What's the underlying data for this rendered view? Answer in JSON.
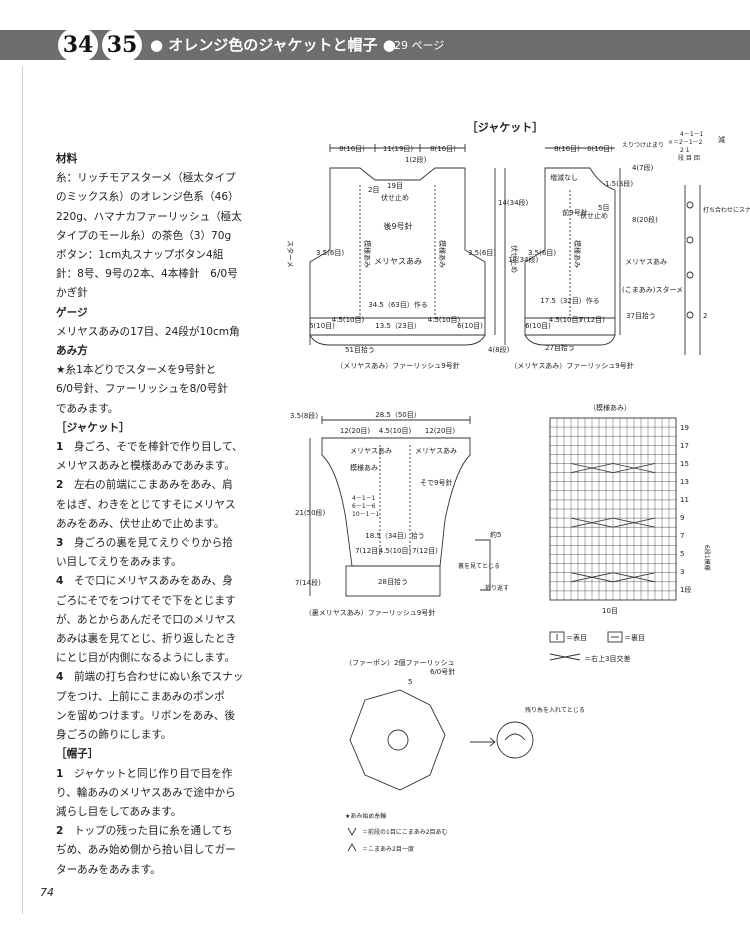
{
  "header": {
    "page_numbers": [
      "34",
      "35"
    ],
    "title": "● オレンジ色のジャケットと帽子 ●",
    "ref": "29 ページ"
  },
  "text": {
    "materials_heading": "材料",
    "materials_lines": [
      "糸：リッチモアスターメ（極太タイプ",
      "のミックス糸）のオレンジ色系（46）",
      "220g、ハマナカファーリッシュ（極太",
      "タイプのモール糸）の茶色（3）70g",
      "ボタン：1cm丸スナップボタン4組",
      "針：8号、9号の2本、4本棒針　6/0号",
      "かぎ針"
    ],
    "gauge_heading": "ゲージ",
    "gauge_text": "メリヤスあみの17目、24段が10cm角",
    "method_heading": "あみ方",
    "method_lines": [
      "★糸1本どりでスターメを9号針と",
      "6/0号針、ファーリッシュを8/0号針",
      "であみます。"
    ],
    "jacket_heading": "［ジャケット］",
    "jacket_steps": [
      [
        "1",
        "身ごろ、そでを棒針で作り目して、",
        "メリヤスあみと模様あみであみます。"
      ],
      [
        "2",
        "左右の前端にこまあみをあみ、肩",
        "をはぎ、わきをとじてすそにメリヤス",
        "あみをあみ、伏せ止めで止めます。"
      ],
      [
        "3",
        "身ごろの裏を見てえりぐりから拾",
        "い目してえりをあみます。"
      ],
      [
        "4",
        "そで口にメリヤスあみをあみ、身",
        "ごろにそでをつけてそで下をとじます",
        "が、あとからあんだそで口のメリヤス",
        "あみは裏を見てとじ、折り返したとき",
        "にとじ目が内側になるようにします。"
      ],
      [
        "4",
        "前端の打ち合わせにぬい糸でスナッ",
        "プをつけ、上前にこまあみのポンポ",
        "ンを留めつけます。リボンをあみ、後",
        "身ごろの飾りにします。"
      ]
    ],
    "hat_heading": "［帽子］",
    "hat_steps": [
      [
        "1",
        "ジャケットと同じ作り目で目を作",
        "り、輪あみのメリヤスあみで途中から",
        "減らし目をしてあみます。"
      ],
      [
        "2",
        "トップの残った目に糸を通してち",
        "ぢめ、あみ始め側から拾い目してガー",
        "ターあみをあみます。"
      ]
    ]
  },
  "diagrams": {
    "jacket_label": "［ジャケット］",
    "back": {
      "top_dims": [
        "8(16目)",
        "11(19目)",
        "8(16目)"
      ],
      "neck_rows": "1(2段)",
      "neck_sts": "19目",
      "bind_off": "伏せ止め",
      "needle": "後9号針",
      "stockinette": "メリヤスあみ",
      "pattern": "模様あみ",
      "shoulder_rows": "2目",
      "side_left": "スターメ",
      "left_h": "3.5(6目)",
      "right_h": "3.5(6目)",
      "right_total": "14(34段)",
      "width": "34.5（63目）作る",
      "bottom_dims": [
        "6(10目)",
        "4.5(10目)",
        "13.5（23目）",
        "4.5(10目)",
        "6(10目)"
      ],
      "pickup": "51目拾う",
      "hem": "（メリヤスあみ）ファーリッシュ9号針",
      "total_height": "18(34段)",
      "fur_height": "4(8段)"
    },
    "front": {
      "top_dims": [
        "8(16目)",
        "6(10目)"
      ],
      "collar_note": "えりつけ止まり",
      "decrease_none": "増減なし",
      "front_needle": "前9号針",
      "pattern": "模様あみ",
      "shoulder": "1.5(3段)",
      "neck_h": "4(7段)",
      "side_h": "8(20段)",
      "bind_off": "伏せ止め",
      "five": "5目",
      "left_h": "3.5(6目)",
      "left_bind": "伏せ止め",
      "width": "17.5（32目）作る",
      "bottom_dims": [
        "6(10目)",
        "4.5(10目)",
        "7(12目)"
      ],
      "pickup_side": "37目拾う",
      "stockinette_note": "メリヤスあみ",
      "sc_note": "(こまあみ)スターメ",
      "pickup": "27目拾う",
      "hem": "（メリヤスあみ）ファーリッシュ9号針"
    },
    "edge": {
      "decrease_formula": [
        "4－1－1",
        "×＝2－1－2",
        "2 1",
        "段 目 回"
      ],
      "decrease_word": "減",
      "snap_note": "打ち合わせにスナップをつける",
      "snap_width": "2"
    },
    "sleeve": {
      "top_width": "28.5（50目）",
      "top_dims": [
        "12(20目)",
        "4.5(10目)",
        "12(20目)"
      ],
      "left_offset": "3.5(8段)",
      "stockinette": "メリヤスあみ",
      "pattern": "模様あみ",
      "needle": "そで9号針",
      "increases": [
        "4－1－1",
        "6－1－6",
        "10－1－1"
      ],
      "height": "21(50段)",
      "bottom_width": "18.5（34目）拾う",
      "bottom_dims": [
        "7(12目)",
        "4.5(10目)",
        "7(12目)"
      ],
      "cuff_pickup": "28目拾う",
      "cuff_height": "7(14段)",
      "cuff": "（裏メリヤスあみ）ファーリッシュ9号針",
      "fold_note": "裏を見てとじる",
      "fold_back": "折り返す",
      "approx": "約5"
    },
    "chart": {
      "title": "（模様あみ）",
      "row_numbers": [
        "19",
        "17",
        "15",
        "13",
        "11",
        "9",
        "7",
        "5",
        "3",
        "1段"
      ],
      "repeat_note": "6段1模様",
      "stitch_count": "10目",
      "legend_knit": "＝表目",
      "legend_purl": "＝裏目",
      "legend_cross": "＝右上3目交差"
    },
    "pompom": {
      "title": "（ファーポン）2個ファーリッシュ",
      "hook": "6/0号針",
      "rounds": "5",
      "tie_note": "残り糸を入れてとじる",
      "legend_start": "★あみ始め糸輪",
      "legend_inc": "＝前段の1目にこまあみ2目あむ",
      "legend_dec": "＝こまあみ2目一度"
    }
  },
  "footer": {
    "page": "74"
  }
}
